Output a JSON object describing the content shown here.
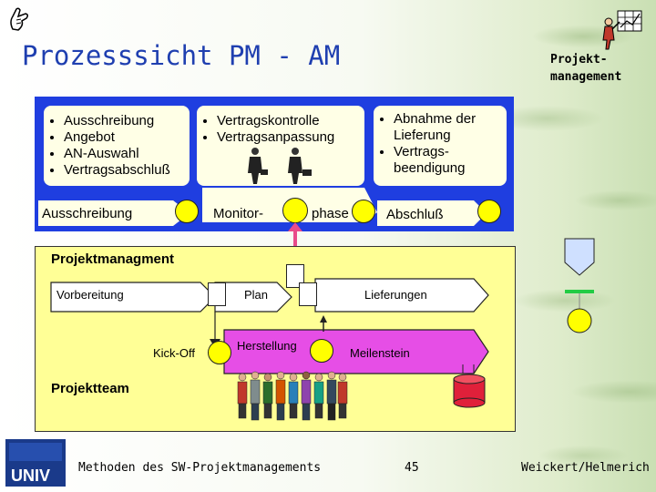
{
  "header": {
    "title": "Prozesssicht PM - AM",
    "subtitle_line1": "Projekt-",
    "subtitle_line2": "management",
    "left_icon": "hand-pointer-icon",
    "right_icon": "figure-with-chart-icon"
  },
  "top_panels": {
    "left_items": [
      "Ausschreibung",
      "Angebot",
      "AN-Auswahl",
      "Vertragsabschluß"
    ],
    "middle_items": [
      "Vertragskontrolle",
      "Vertragsanpassung"
    ],
    "right_items": [
      "Abnahme der Lieferung",
      "Vertrags-beendigung"
    ],
    "right_item_lines": [
      [
        "Abnahme der",
        "Lieferung"
      ],
      [
        "Vertrags-",
        "beendigung"
      ]
    ]
  },
  "phases": {
    "ausschreibung": "Ausschreibung",
    "monitor_part1": "Monitor-",
    "monitor_part2": "phase",
    "abschluss": "Abschluß"
  },
  "project": {
    "heading": "Projektmanagment",
    "vorbereitung": "Vorbereitung",
    "plan": "Plan",
    "lieferungen": "Lieferungen",
    "kickoff": "Kick-Off",
    "herstellung": "Herstellung",
    "meilenstein": "Meilenstein",
    "team": "Projektteam"
  },
  "footer": {
    "course": "Methoden des SW-Projektmanagements",
    "page": "45",
    "authors": "Weickert/Helmerich",
    "logo": "university-logo"
  },
  "colors": {
    "title_blue": "#1f3fb0",
    "frame_blue": "#1f3ee0",
    "panel_cream": "#ffffe6",
    "project_yellow": "#ffff96",
    "dot_yellow": "#ffff00",
    "milestone_magenta": "#e64ee6",
    "link_pink": "#e94b8a",
    "legend_green": "#22cc44",
    "database_red": "#e0203a"
  }
}
